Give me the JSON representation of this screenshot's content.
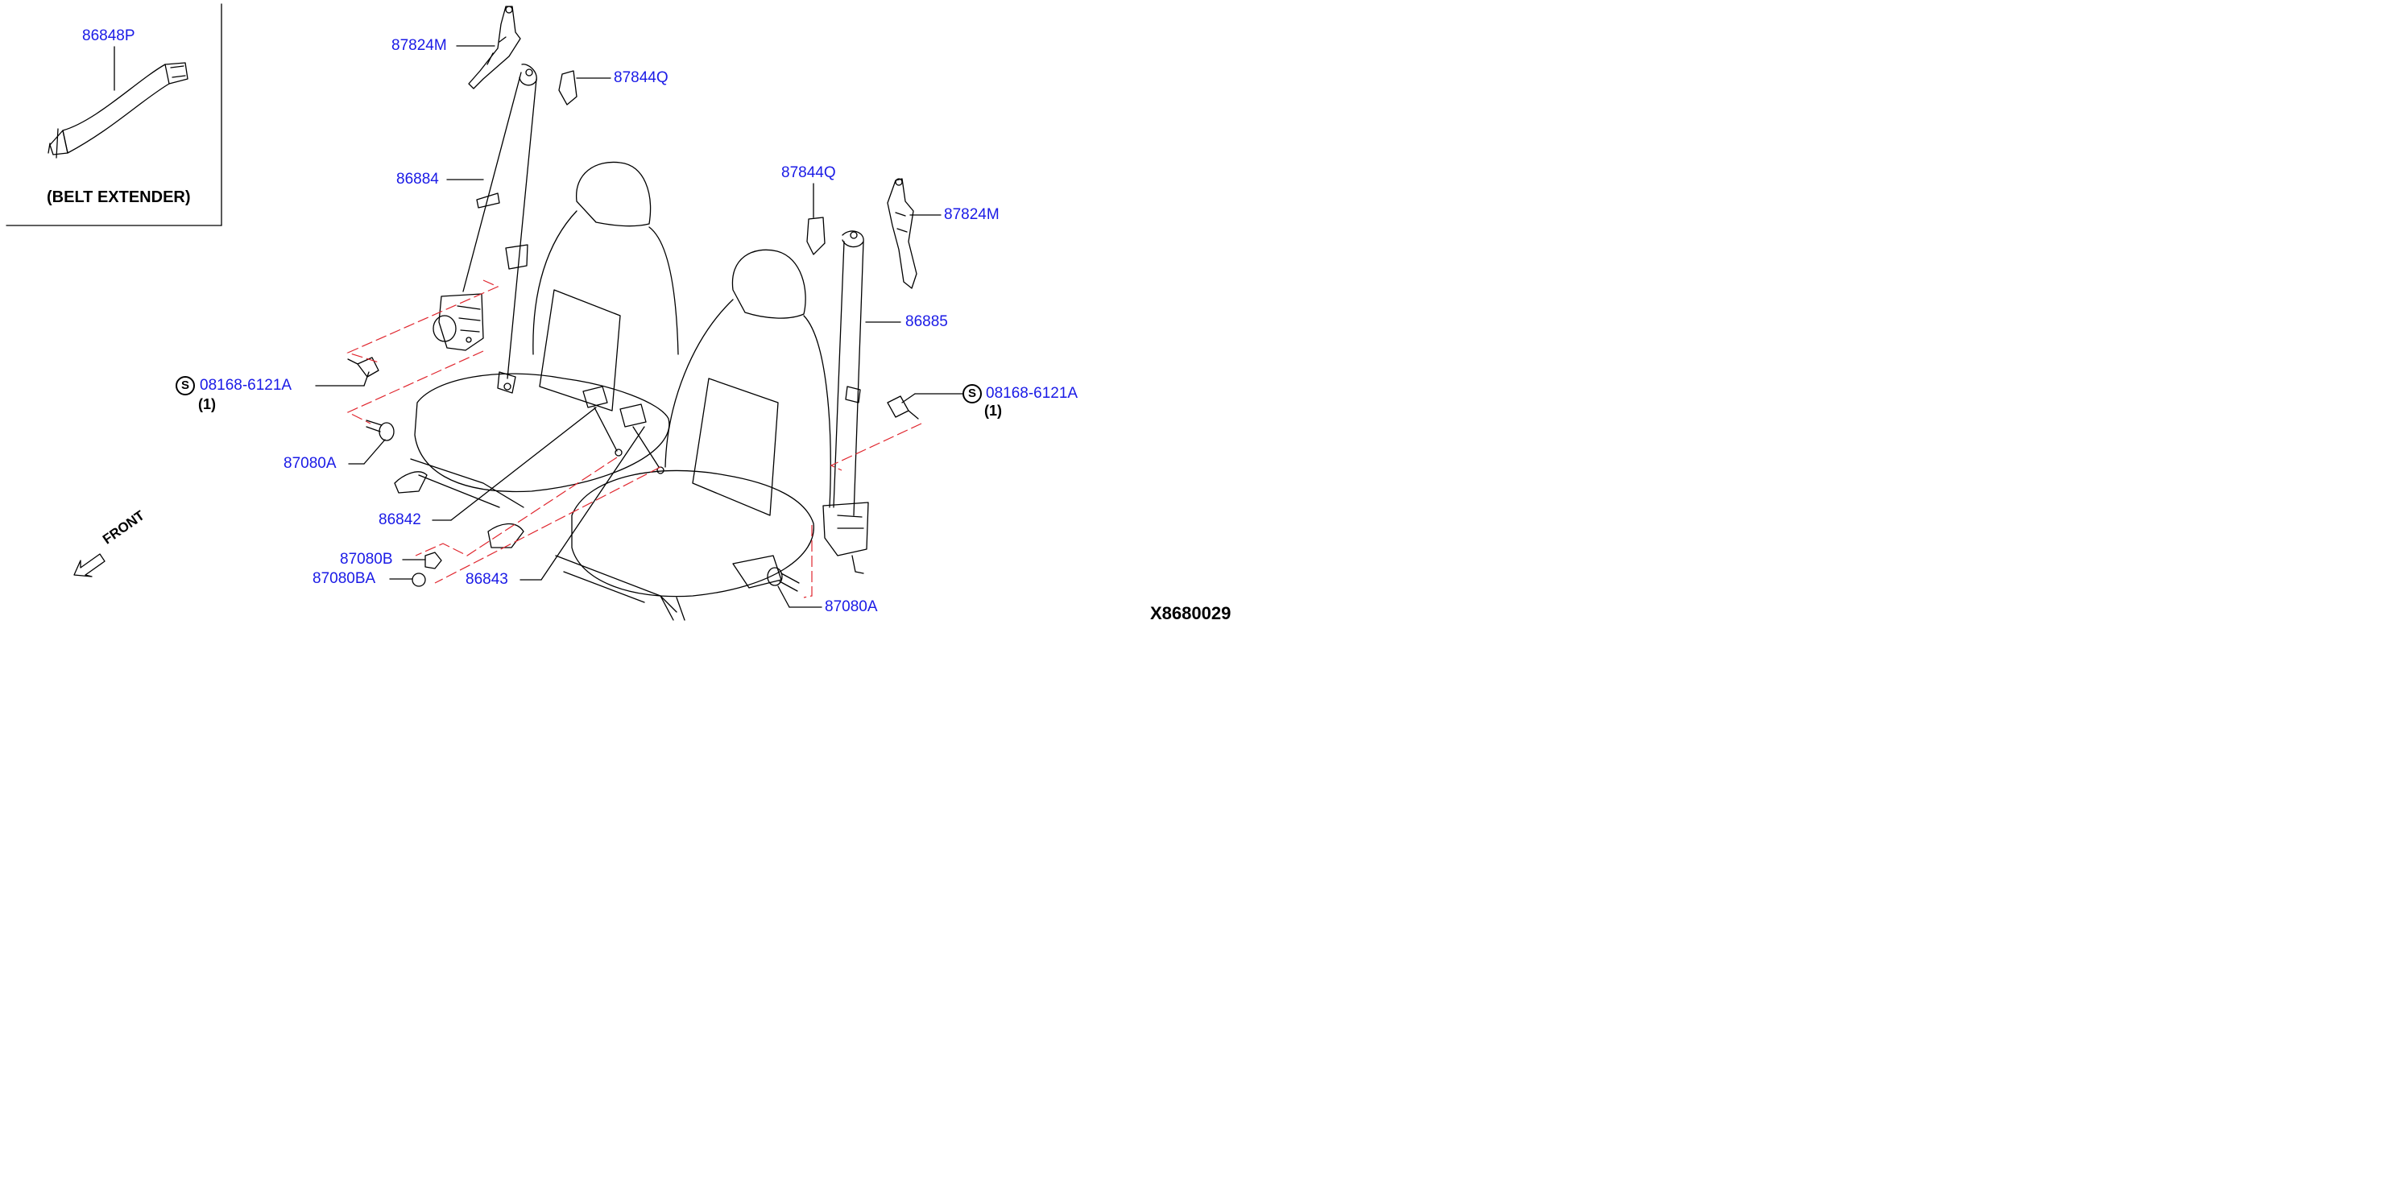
{
  "diagram_id": "X8680029",
  "inset": {
    "part_number": "86848P",
    "caption": "(BELT EXTENDER)"
  },
  "direction": {
    "label": "FRONT"
  },
  "callouts": {
    "p87824m_left": "87824M",
    "p87844q_left": "87844Q",
    "p86884": "86884",
    "p87844q_right": "87844Q",
    "p87824m_right": "87824M",
    "p86885": "86885",
    "p08168_left": "08168-6121A",
    "p08168_left_qty": "(1)",
    "p08168_right": "08168-6121A",
    "p08168_right_qty": "(1)",
    "p87080a_left": "87080A",
    "p86842": "86842",
    "p87080b": "87080B",
    "p87080ba": "87080BA",
    "p86843": "86843",
    "p87080a_right": "87080A"
  },
  "standard_part_symbol": "S",
  "colors": {
    "label": "#1a1ae6",
    "line": "#000000",
    "dashed": "#e0262e"
  }
}
